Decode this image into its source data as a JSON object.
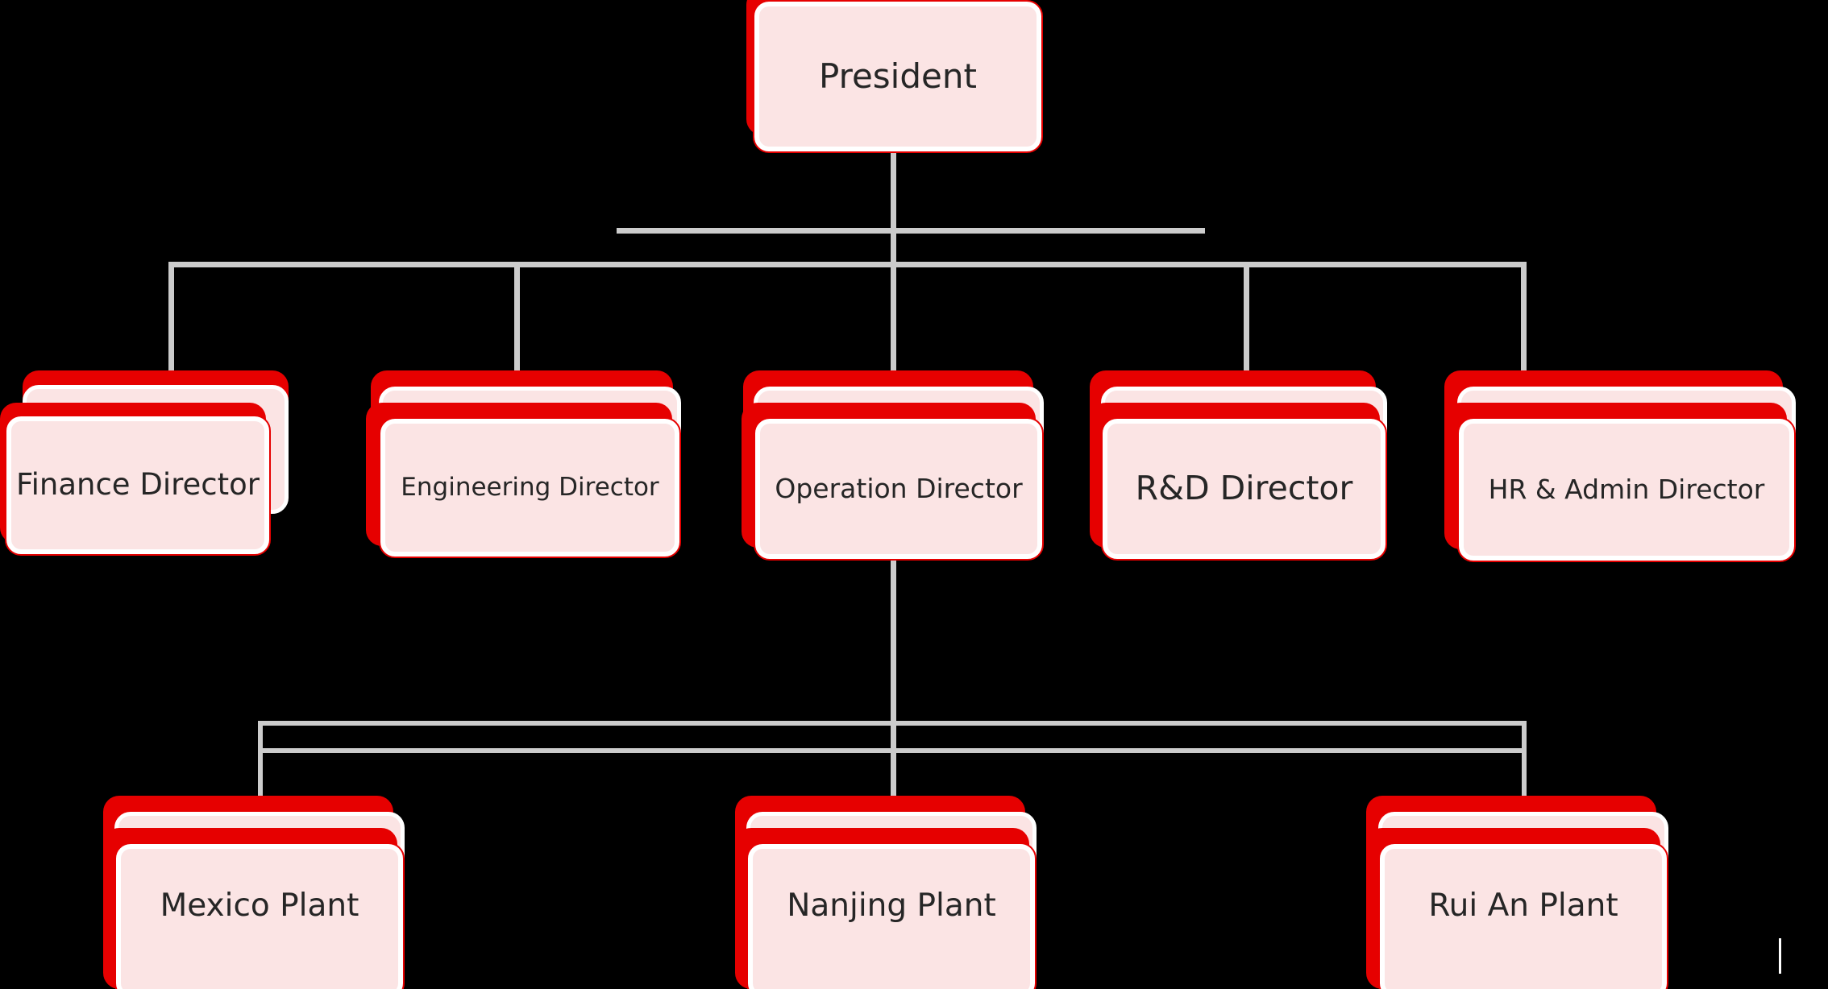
{
  "chart_data": {
    "type": "diagram",
    "diagram_type": "organization-chart",
    "title": "",
    "background_color": "#000000",
    "node_fill_color": "#fbe4e4",
    "node_border_color": "#e60000",
    "node_accent_color": "#e60000",
    "connector_color": "#cccccc",
    "text_color": "#262626",
    "levels": [
      {
        "level": 1,
        "nodes": [
          "President"
        ]
      },
      {
        "level": 2,
        "nodes": [
          "Finance Director",
          "Engineering Director",
          "Operation Director",
          "R&D Director",
          "HR & Admin Director"
        ]
      },
      {
        "level": 3,
        "nodes": [
          "Mexico Plant",
          "Nanjing Plant",
          "Rui An Plant"
        ]
      }
    ],
    "edges": [
      {
        "from": "President",
        "to": "Finance Director"
      },
      {
        "from": "President",
        "to": "Engineering Director"
      },
      {
        "from": "President",
        "to": "Operation Director"
      },
      {
        "from": "President",
        "to": "R&D Director"
      },
      {
        "from": "President",
        "to": "HR & Admin Director"
      },
      {
        "from": "Operation Director",
        "to": "Mexico Plant"
      },
      {
        "from": "Operation Director",
        "to": "Nanjing Plant"
      },
      {
        "from": "Operation Director",
        "to": "Rui An Plant"
      }
    ]
  },
  "nodes": {
    "president": {
      "label": "President"
    },
    "finance": {
      "label": "Finance Director"
    },
    "engineering": {
      "label": "Engineering Director"
    },
    "operation": {
      "label": "Operation Director"
    },
    "rnd": {
      "label": "R&D Director"
    },
    "hr_admin": {
      "label": "HR & Admin Director"
    },
    "mexico_plant": {
      "label": "Mexico Plant"
    },
    "nanjing_plant": {
      "label": "Nanjing Plant"
    },
    "ruian_plant": {
      "label": "Rui An Plant"
    }
  }
}
